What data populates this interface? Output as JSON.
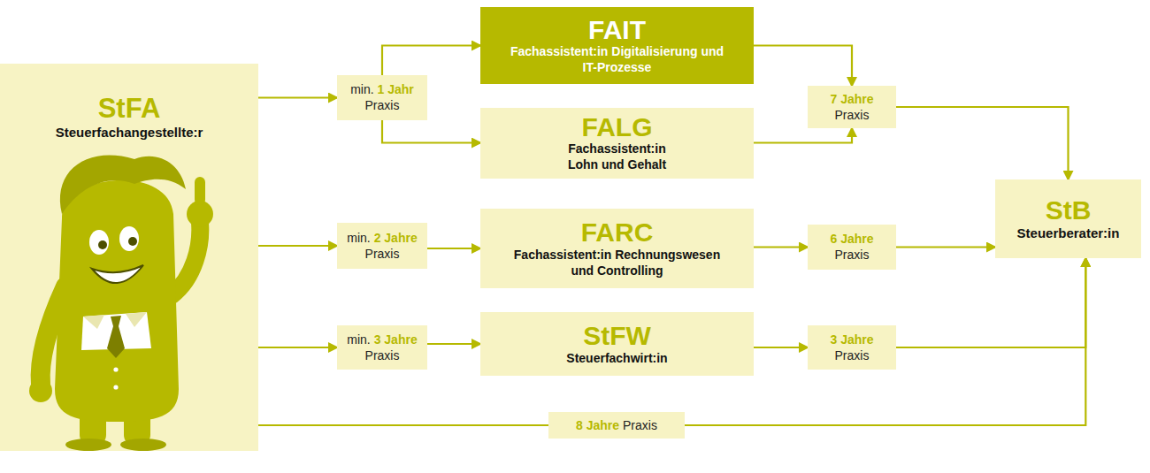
{
  "diagram": {
    "nodes": [
      {
        "text": [
          "StFA",
          "Steuerfachangestellte:r"
        ]
      },
      {
        "text": [
          "min.",
          "1 Jahr",
          "Praxis"
        ]
      },
      {
        "text": [
          "FAIT",
          "Fachassistent:in Digitalisierung und IT-Prozesse"
        ]
      },
      {
        "text": [
          "FALG",
          "Fachassistent:in Lohn und Gehalt"
        ]
      },
      {
        "text": [
          "7 Jahre",
          "Praxis"
        ]
      },
      {
        "text": [
          "min.",
          "2 Jahre",
          "Praxis"
        ]
      },
      {
        "text": [
          "FARC",
          "Fachassistent:in Rechnungswesen und Controlling"
        ]
      },
      {
        "text": [
          "6 Jahre",
          "Praxis"
        ]
      },
      {
        "text": [
          "min.",
          "3 Jahre",
          "Praxis"
        ]
      },
      {
        "text": [
          "StFW",
          "Steuerfachwirt:in"
        ]
      },
      {
        "text": [
          "3 Jahre",
          "Praxis"
        ]
      },
      {
        "text": [
          "8 Jahre",
          "Praxis"
        ]
      },
      {
        "text": [
          "StB",
          "Steuerberater:in"
        ]
      }
    ],
    "edges": [
      {
        "from": 0,
        "to": 1,
        "arrow": "to"
      },
      {
        "from": 1,
        "to": 2,
        "arrow": "to"
      },
      {
        "from": 1,
        "to": 3,
        "arrow": "to"
      },
      {
        "from": 2,
        "to": 4,
        "arrow": "to"
      },
      {
        "from": 3,
        "to": 4,
        "arrow": "to"
      },
      {
        "from": 4,
        "to": 12,
        "arrow": "to"
      },
      {
        "from": 0,
        "to": 5,
        "arrow": "to"
      },
      {
        "from": 5,
        "to": 6,
        "arrow": "to"
      },
      {
        "from": 6,
        "to": 7,
        "arrow": "to"
      },
      {
        "from": 7,
        "to": 12,
        "arrow": "to"
      },
      {
        "from": 0,
        "to": 8,
        "arrow": "to"
      },
      {
        "from": 8,
        "to": 9,
        "arrow": "to"
      },
      {
        "from": 9,
        "to": 10,
        "arrow": "to"
      },
      {
        "from": 10,
        "to": 12,
        "arrow": "to"
      },
      {
        "from": 0,
        "to": 11,
        "arrow": "none"
      },
      {
        "from": 11,
        "to": 12,
        "arrow": "to"
      }
    ]
  }
}
